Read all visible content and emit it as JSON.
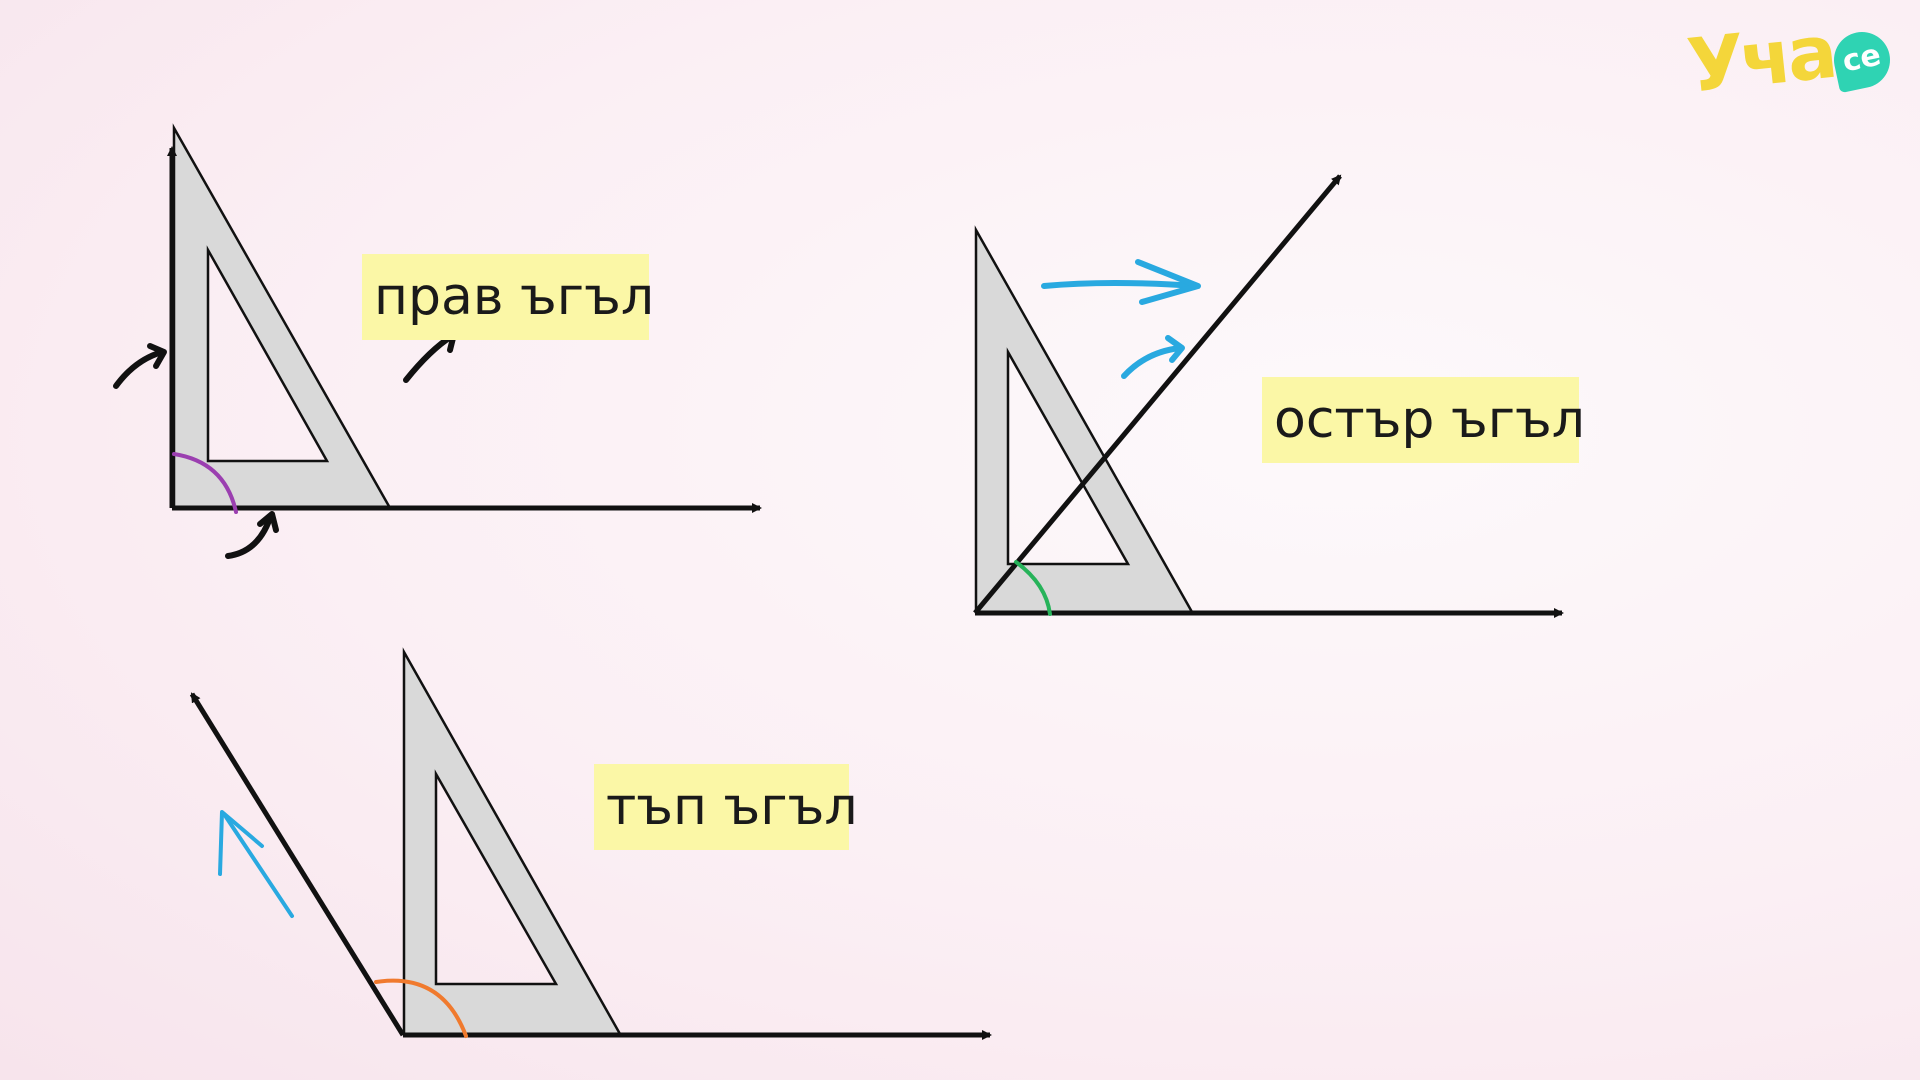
{
  "labels": {
    "right_angle": "прав ъгъл",
    "acute_angle": "остър ъгъл",
    "obtuse_angle": "тъп ъгъл"
  },
  "logo": {
    "text": "Уча",
    "bubble": "се"
  },
  "colors": {
    "triangle_fill": "#d9d9d9",
    "line": "#111111",
    "label_bg": "#fbf7a6",
    "right_arc": "#9b3fb0",
    "acute_arc": "#27b35a",
    "obtuse_arc": "#f07a2e",
    "pointer_blue": "#29a9e0",
    "logo_yellow": "#f4d63a",
    "logo_teal": "#2fd3b3"
  }
}
